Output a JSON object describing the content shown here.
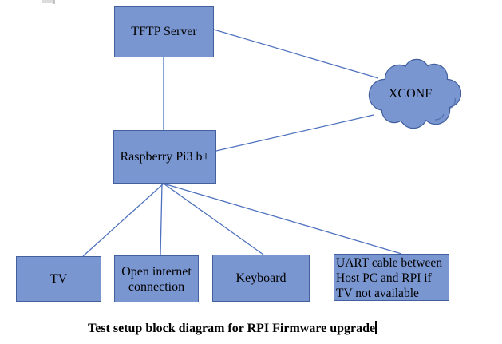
{
  "diagram": {
    "nodes": {
      "tftp": {
        "label": "TFTP Server"
      },
      "xconf": {
        "label": "XCONF"
      },
      "rpi": {
        "label": "Raspberry Pi3 b+"
      },
      "tv": {
        "label": "TV"
      },
      "internet": {
        "lines": [
          "Open internet",
          "connection"
        ]
      },
      "keyboard": {
        "label": "Keyboard"
      },
      "uart": {
        "lines": [
          "UART cable between",
          "Host PC and RPI if",
          "TV not available"
        ]
      }
    },
    "caption": "Test setup block diagram for RPI Firmware upgrade"
  },
  "colors": {
    "node_fill": "#7A96D1",
    "node_border": "#42609E",
    "connector": "#4F72BE",
    "label_text": "#000000"
  }
}
